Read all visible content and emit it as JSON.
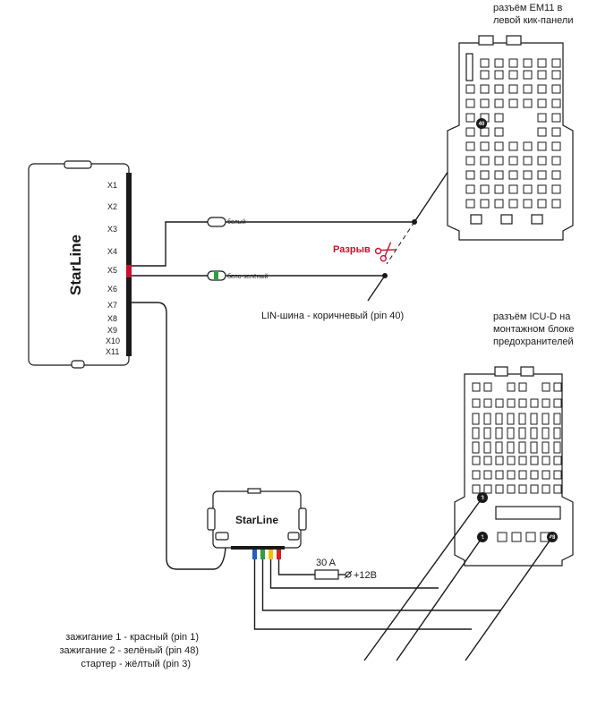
{
  "main_unit": {
    "brand": "StarLine",
    "ports": [
      "X1",
      "X2",
      "X3",
      "X4",
      "X5",
      "X6",
      "X7",
      "X8",
      "X9",
      "X10",
      "X11"
    ]
  },
  "module": {
    "brand": "StarLine"
  },
  "wires": {
    "white": "белый",
    "white_green": "бело-зелёный"
  },
  "cut_label": "Разрыв",
  "lin_label": "LIN-шина - коричневый (pin 40)",
  "em11": {
    "title_line1": "разъём EM11 в",
    "title_line2": "левой  кик-панели",
    "pin": "40"
  },
  "icu": {
    "title_line1": "разъём ICU-D на",
    "title_line2": "монтажном блоке",
    "title_line3": "предохранителей",
    "pins": [
      "3",
      "1",
      "48"
    ]
  },
  "fuse": {
    "rating": "30 A",
    "supply": "+12B"
  },
  "outputs": [
    "зажигание 1 - красный (pin 1)",
    "зажигание 2 - зелёный (pin 48)",
    "стартер - жёлтый (pin 3)"
  ],
  "colors": {
    "line": "#1a1a1a",
    "accent_red": "#c8102e",
    "wire_blue": "#1f5fbf",
    "wire_green": "#2e9e3e",
    "wire_yellow": "#f2c200",
    "wire_red": "#d61f26"
  }
}
